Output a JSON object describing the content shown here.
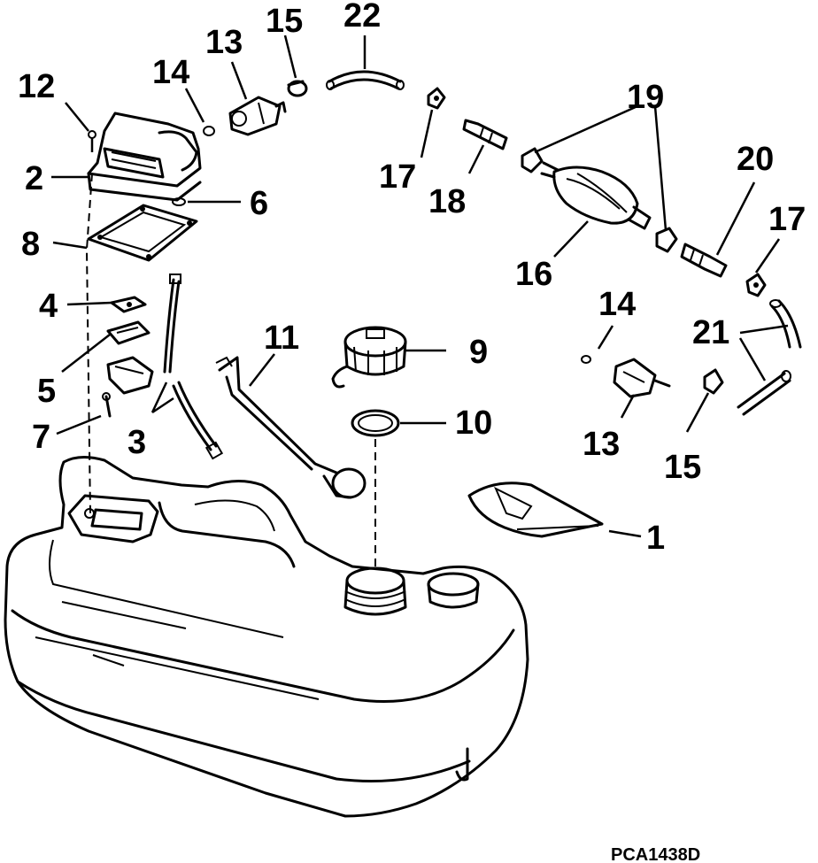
{
  "figure_code": "PCA1438D",
  "callouts": {
    "c1": "1",
    "c2": "2",
    "c3": "3",
    "c4": "4",
    "c5": "5",
    "c6": "6",
    "c7": "7",
    "c8": "8",
    "c9": "9",
    "c10": "10",
    "c11": "11",
    "c12": "12",
    "c13a": "13",
    "c13b": "13",
    "c14a": "14",
    "c14b": "14",
    "c15a": "15",
    "c15b": "15",
    "c16": "16",
    "c17a": "17",
    "c17b": "17",
    "c18": "18",
    "c19": "19",
    "c20": "20",
    "c21": "21",
    "c22": "22"
  }
}
